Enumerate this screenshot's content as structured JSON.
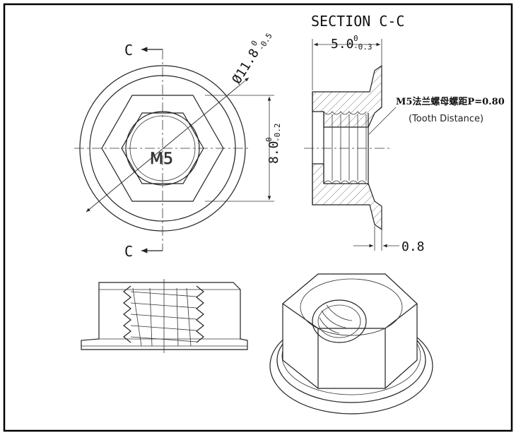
{
  "section_title": "SECTION C-C",
  "section_marker": "C",
  "dim_diameter": {
    "value": "Ø11.8",
    "upper": "0",
    "lower": "-0.5"
  },
  "dim_across_flats": {
    "value": "8.0",
    "upper": "0",
    "lower": "-0.2"
  },
  "dim_thickness": {
    "value": "5.0",
    "upper": "0",
    "lower": "-0.3"
  },
  "dim_flange": "0.8",
  "thread_label": "M5",
  "pitch_note": "M5法兰螺母螺距P=0.80",
  "pitch_note_en": "(Tooth Distance)",
  "colors": {
    "line": "#222222",
    "border": "#000000",
    "background": "#ffffff"
  }
}
